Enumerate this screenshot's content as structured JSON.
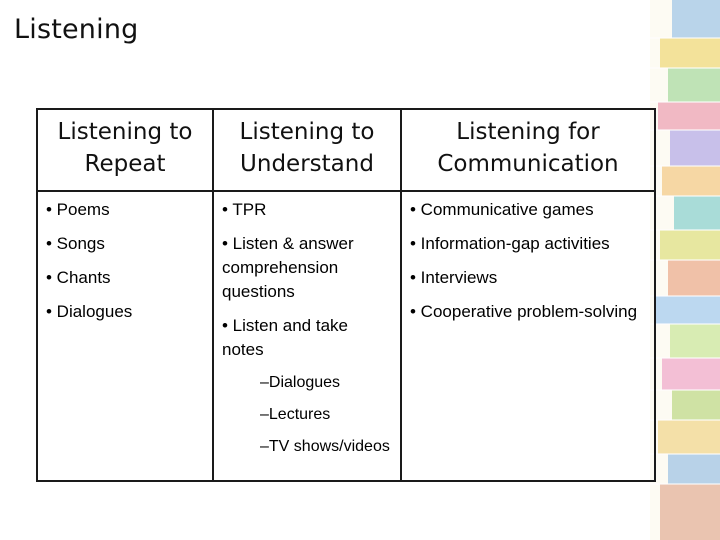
{
  "slide": {
    "title": "Listening"
  },
  "table": {
    "columns": [
      {
        "header_line1": "Listening to",
        "header_line2": "Repeat",
        "items": [
          "• Poems",
          "• Songs",
          "• Chants",
          "• Dialogues"
        ],
        "subitems": []
      },
      {
        "header_line1": "Listening to",
        "header_line2": "Understand",
        "items": [
          "• TPR",
          "• Listen & answer comprehension questions",
          "• Listen and take notes"
        ],
        "subitems": [
          "–Dialogues",
          "–Lectures",
          "–TV shows/videos"
        ]
      },
      {
        "header_line1": "Listening for",
        "header_line2": "Communication",
        "items": [
          "• Communicative games",
          "• Information-gap activities",
          "• Interviews",
          "• Cooperative problem-solving"
        ],
        "subitems": []
      }
    ]
  }
}
